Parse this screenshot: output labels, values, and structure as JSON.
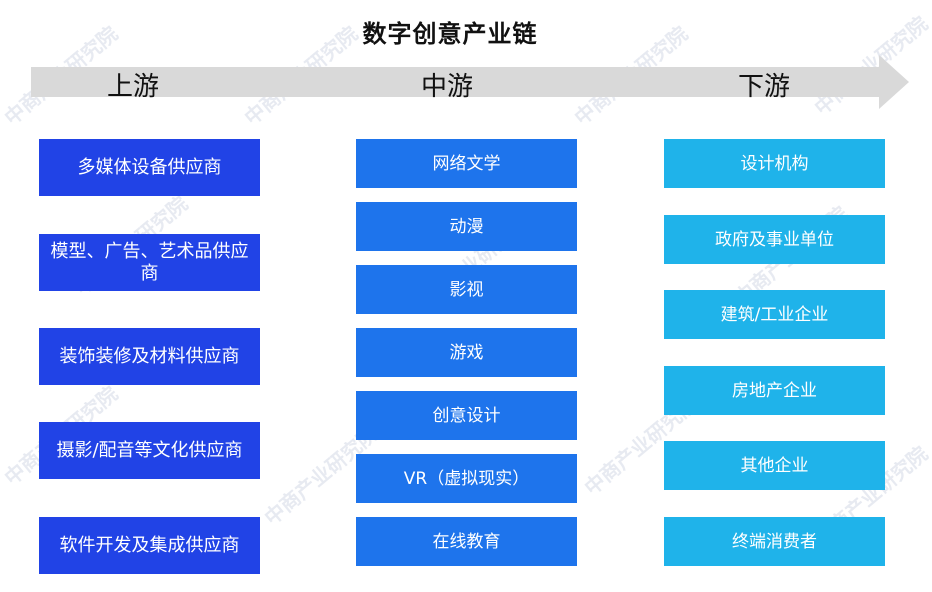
{
  "title": "数字创意产业链",
  "stages": [
    "上游",
    "中游",
    "下游"
  ],
  "upstream": [
    "多媒体设备供应商",
    "模型、广告、艺术品供应商",
    "装饰装修及材料供应商",
    "摄影/配音等文化供应商",
    "软件开发及集成供应商"
  ],
  "midstream": [
    "网络文学",
    "动漫",
    "影视",
    "游戏",
    "创意设计",
    "VR（虚拟现实）",
    "在线教育"
  ],
  "downstream": [
    "设计机构",
    "政府及事业单位",
    "建筑/工业企业",
    "房地产企业",
    "其他企业",
    "终端消费者"
  ],
  "watermark": "中商产业研究院",
  "colors": {
    "upstream": "#2143e6",
    "midstream": "#1e74ec",
    "downstream": "#1fb3ea",
    "arrow": "#d9d9d9"
  }
}
